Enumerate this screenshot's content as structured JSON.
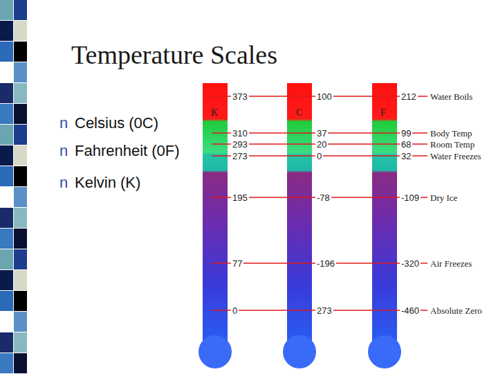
{
  "diagram": {
    "title": "Temperature Scales",
    "labels": [
      "n",
      "Celsius (0C)",
      "n",
      "Fahrenheit (0F)",
      "n",
      "Kelvin (K)",
      "K",
      "C",
      "F",
      "373",
      "100",
      "212",
      "Water Boils",
      "310",
      "37",
      "99",
      "Body Temp",
      "293",
      "20",
      "68",
      "Room Temp",
      "273",
      "0",
      "32",
      "Water Freezes",
      "195",
      "-78",
      "-109",
      "Dry Ice",
      "77",
      "-196",
      "-320",
      "Air Freezes",
      "0",
      "273",
      "-460",
      "Absolute Zero"
    ]
  }
}
